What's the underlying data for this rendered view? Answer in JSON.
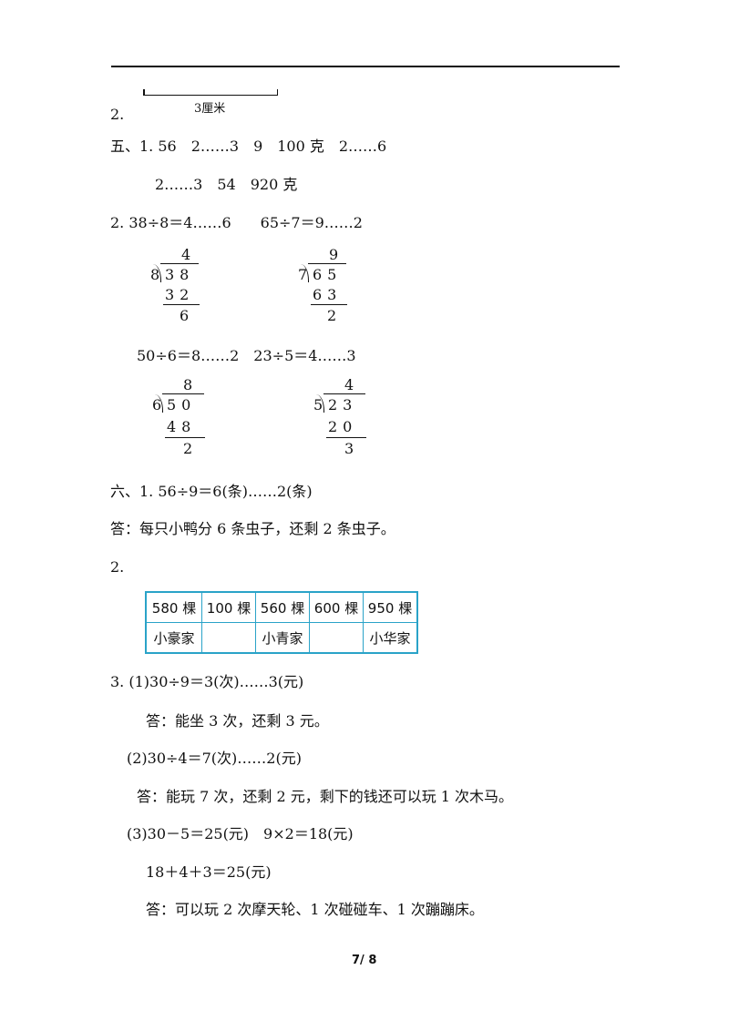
{
  "q2_label": "2.",
  "ruler_label": "3厘米",
  "s5_line1": "五、1. 56　2……3　9　100 克　2……6",
  "s5_line2": "2……3　54　920 克",
  "s5_q2_line": "2. 38÷8＝4……6　　65÷7＝9……2",
  "div1": {
    "divisor": "8",
    "dividend": "38",
    "quotient": "4",
    "product": "32",
    "remainder": "6"
  },
  "div2": {
    "divisor": "7",
    "dividend": "65",
    "quotient": "9",
    "product": "63",
    "remainder": "2"
  },
  "s5_q2_line2": "50÷6＝8……2　23÷5＝4……3",
  "div3": {
    "divisor": "6",
    "dividend": "50",
    "quotient": "8",
    "product": "48",
    "remainder": "2"
  },
  "div4": {
    "divisor": "5",
    "dividend": "23",
    "quotient": "4",
    "product": "20",
    "remainder": "3"
  },
  "s6_q1": "六、1.  56÷9＝6(条)……2(条)",
  "s6_q1_answer": "答：每只小鸭分 6 条虫子，还剩 2 条虫子。",
  "s6_q2_label": "2.",
  "table": {
    "row1": [
      "580 棵",
      "100 棵",
      "560 棵",
      "600 棵",
      "950 棵"
    ],
    "row2": [
      "小豪家",
      "",
      "小青家",
      "",
      "小华家"
    ]
  },
  "s6_q3_1": "3.  (1)30÷9＝3(次)……3(元)",
  "s6_q3_1_answer": "答：能坐 3 次，还剩 3 元。",
  "s6_q3_2": "(2)30÷4＝7(次)……2(元)",
  "s6_q3_2_answer": "答：能玩 7 次，还剩 2 元，剩下的钱还可以玩 1 次木马。",
  "s6_q3_3": "(3)30－5＝25(元)　9×2＝18(元)",
  "s6_q3_3_line2": "18＋4＋3＝25(元)",
  "s6_q3_3_answer": "答：可以玩 2 次摩天轮、1 次碰碰车、1 次蹦蹦床。",
  "page_number": "7/ 8"
}
